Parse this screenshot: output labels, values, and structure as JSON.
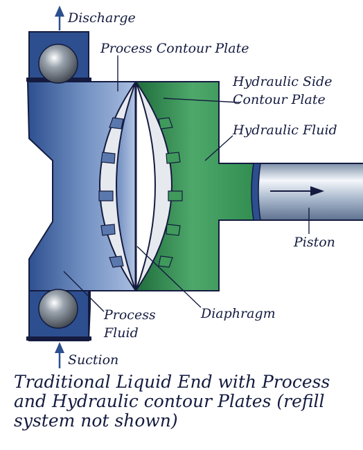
{
  "labels": {
    "discharge": "Discharge",
    "process_contour_plate": "Process Contour Plate",
    "hydraulic_side_line1": "Hydraulic Side",
    "hydraulic_side_line2": "Contour Plate",
    "hydraulic_fluid": "Hydraulic Fluid",
    "piston": "Piston",
    "diaphragm": "Diaphragm",
    "process_fluid_line1": "Process",
    "process_fluid_line2": "Fluid",
    "suction": "Suction"
  },
  "caption": {
    "line1": "Traditional Liquid End with Process",
    "line2": "and Hydraulic contour Plates (refill",
    "line3": "system not shown)"
  },
  "colors": {
    "process_side": "#3a5f9c",
    "hydraulic_side": "#2f8a4f",
    "ink": "#141b3f",
    "contour_plate": "#e6e9ee",
    "piston": "#c9d3e0"
  }
}
